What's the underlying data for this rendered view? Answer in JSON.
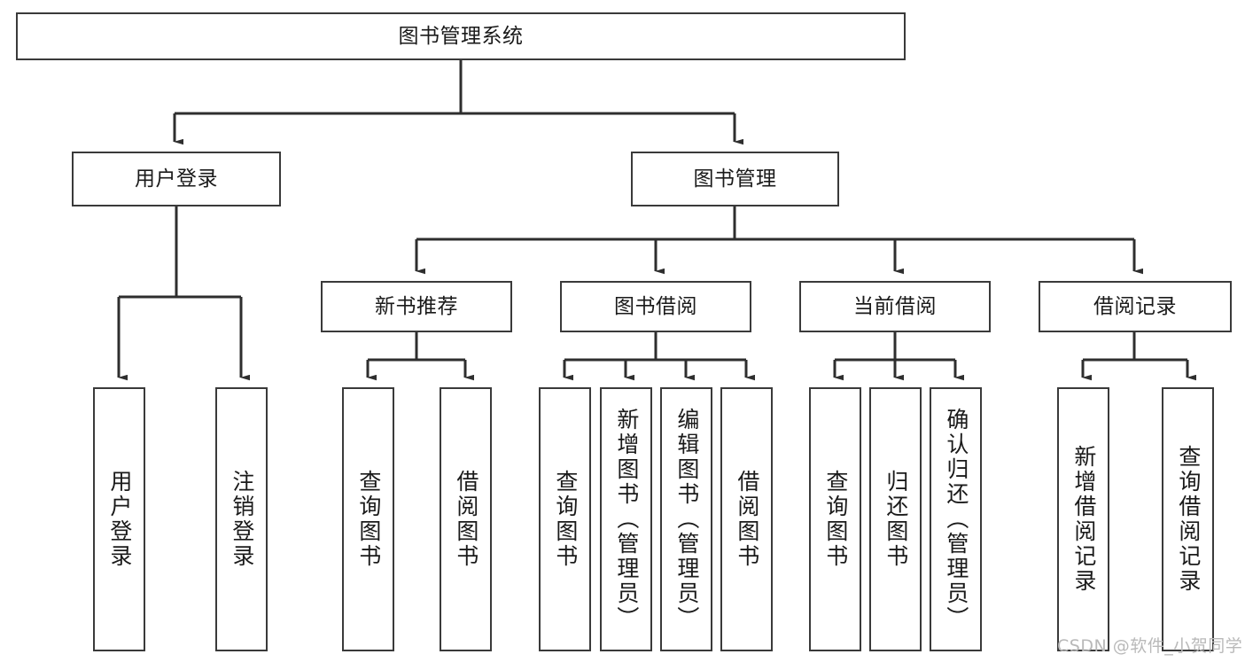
{
  "diagram": {
    "type": "tree-hierarchy",
    "title": "图书管理系统",
    "watermark": "CSDN @软件_小贺同学",
    "colors": {
      "box_border": "#3a3a3a",
      "box_fill": "#ffffff",
      "line": "#2e2e2e",
      "text": "#1a1a1a",
      "background": "#ffffff",
      "watermark": "#b9b9b9"
    },
    "nodes": {
      "root": {
        "label": "图书管理系统"
      },
      "level2": [
        {
          "label": "用户登录"
        },
        {
          "label": "图书管理"
        }
      ],
      "level3": [
        {
          "label": "新书推荐"
        },
        {
          "label": "图书借阅"
        },
        {
          "label": "当前借阅"
        },
        {
          "label": "借阅记录"
        }
      ],
      "leaves": {
        "user_login": [
          {
            "label": "用户登录"
          },
          {
            "label": "注销登录"
          }
        ],
        "new_book_recommend": [
          {
            "label": "查询图书"
          },
          {
            "label": "借阅图书"
          }
        ],
        "book_borrow": [
          {
            "label": "查询图书"
          },
          {
            "label": "新增图书（管理员）"
          },
          {
            "label": "编辑图书（管理员）"
          },
          {
            "label": "借阅图书"
          }
        ],
        "current_borrow": [
          {
            "label": "查询图书"
          },
          {
            "label": "归还图书"
          },
          {
            "label": "确认归还（管理员）"
          }
        ],
        "borrow_record": [
          {
            "label": "新增借阅记录"
          },
          {
            "label": "查询借阅记录"
          }
        ]
      }
    }
  }
}
